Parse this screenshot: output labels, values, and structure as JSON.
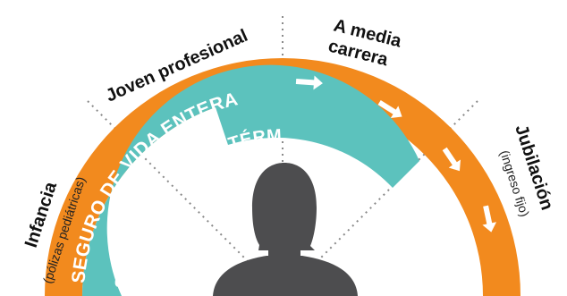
{
  "stages": {
    "childhood": {
      "title": "Infancia",
      "subtitle": "(pólizas pediátricas)"
    },
    "young_professional": {
      "title": "Joven profesional"
    },
    "mid_career": {
      "title_line1": "A media",
      "title_line2": "carrera"
    },
    "retirement": {
      "title": "Jubilación",
      "subtitle": "(ingreso fijo)"
    }
  },
  "bands": {
    "whole_life": {
      "label": "SEGURO DE VIDA ENTERA",
      "color": "#F28A1E"
    },
    "term_life": {
      "label": "SEGURO DE VIDA A TÉRMINO FIJO",
      "color": "#5CC2BD"
    }
  },
  "colors": {
    "divider": "#8a8a8a",
    "silhouette": "#4d4d4f",
    "arrow": "#ffffff"
  },
  "icons": [
    "person-silhouette-icon",
    "arrow-right-icon"
  ]
}
